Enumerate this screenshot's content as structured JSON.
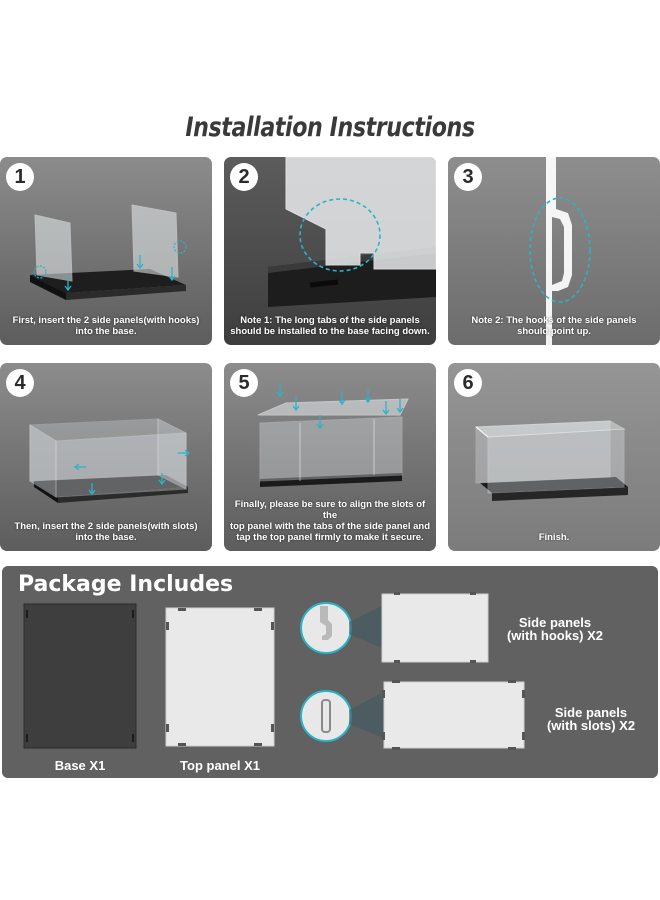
{
  "title": "Installation Instructions",
  "steps": [
    {
      "number": "1",
      "caption": "First, insert the 2 side panels(with hooks)\ninto the base."
    },
    {
      "number": "2",
      "caption": "Note 1: The long tabs of the side panels\nshould be installed to the base facing down."
    },
    {
      "number": "3",
      "caption": "Note 2: The hooks of the side panels\nshould point up."
    },
    {
      "number": "4",
      "caption": "Then, insert the 2 side panels(with slots)\ninto the base."
    },
    {
      "number": "5",
      "caption": "Finally, please be sure to align the slots of the\ntop panel with the tabs of the side panel and\ntap the top panel firmly to make it secure."
    },
    {
      "number": "6",
      "caption": "Finish."
    }
  ],
  "package": {
    "title": "Package Includes",
    "base_label": "Base X1",
    "top_label": "Top panel X1",
    "hooks_label": "Side panels\n(with hooks) X2",
    "slots_label": "Side panels\n(with slots) X2"
  },
  "colors": {
    "accent": "#2bb3c9",
    "panel_bg": "#616161",
    "card_bg": "#7a7a7a",
    "base_black": "#1e1e1e"
  }
}
